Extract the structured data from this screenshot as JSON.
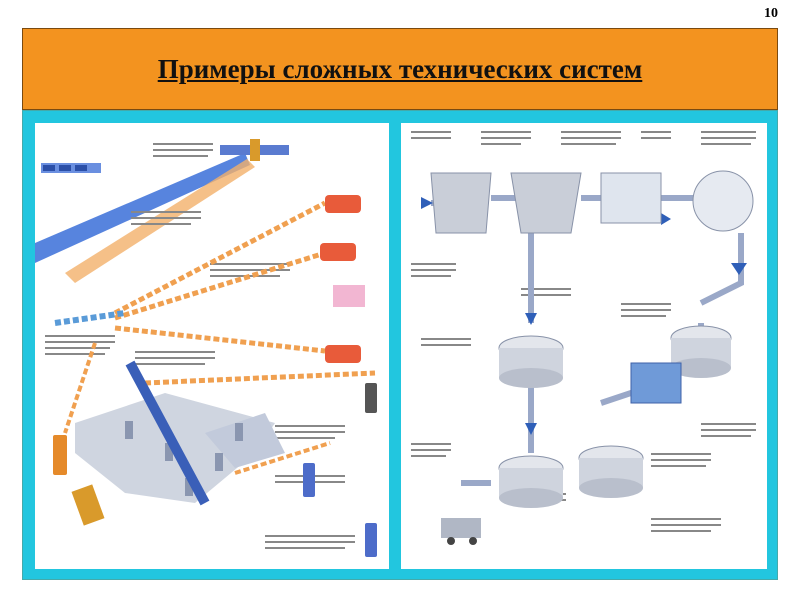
{
  "slide": {
    "page_number": "10",
    "title": "Примеры сложных технических систем"
  },
  "left_illustration": {
    "subject": "telecommunication-network",
    "colors": {
      "beam_blue": "#3a6fd8",
      "beam_orange": "#e98a3a",
      "ground": "#cfd5e0",
      "phone": "#e85b3a"
    }
  },
  "right_illustration": {
    "subject": "water-treatment-plant",
    "colors": {
      "pipe": "#9aa8c8",
      "arrow": "#2f5fb8",
      "tank": "#d8dce4"
    }
  }
}
